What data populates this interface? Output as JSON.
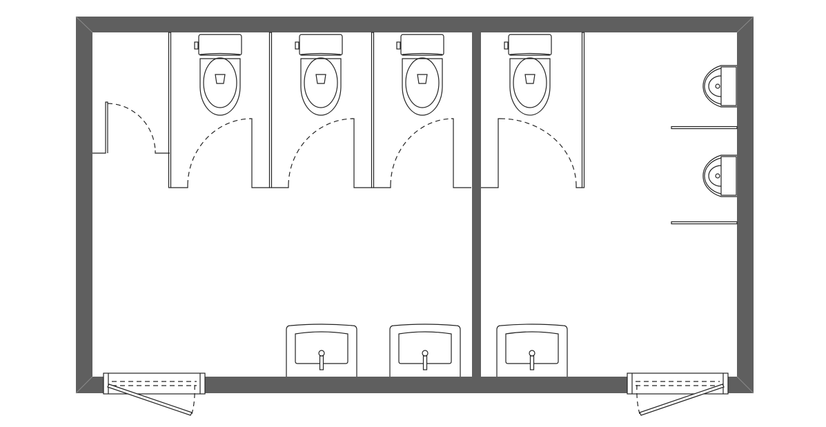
{
  "colors": {
    "wall": "#5f5f5f",
    "wall_highlight": "#8a8a8a",
    "line": "#222222",
    "background": "#ffffff"
  },
  "plan": {
    "toilet_stall_count": 4,
    "urinal_count": 2,
    "sink_count": 3,
    "entry_door_count": 2
  }
}
